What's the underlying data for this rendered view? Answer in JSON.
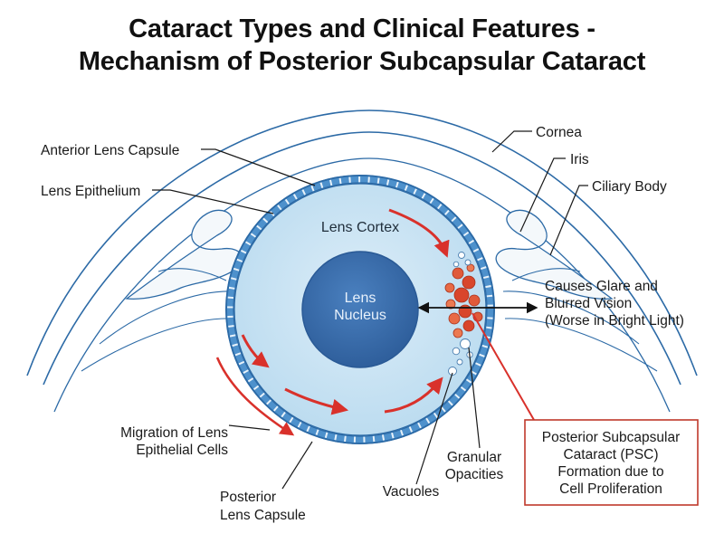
{
  "title": {
    "line1": "Cataract Types and Clinical Features -",
    "line2": "Mechanism of Posterior Subcapsular Cataract"
  },
  "labels": {
    "cornea": "Cornea",
    "iris": "Iris",
    "ciliary_body": "Ciliary Body",
    "anterior_lens_capsule": "Anterior Lens Capsule",
    "lens_epithelium": "Lens Epithelium",
    "lens_cortex": "Lens Cortex",
    "lens_nucleus": [
      "Lens",
      "Nucleus"
    ],
    "glare": [
      "Causes Glare and",
      "Blurred Vision",
      "(Worse in Bright Light)"
    ],
    "migration": [
      "Migration of Lens",
      "Epithelial Cells"
    ],
    "posterior_capsule": [
      "Posterior",
      "Lens Capsule"
    ],
    "vacuoles": "Vacuoles",
    "granular": [
      "Granular",
      "Opacities"
    ],
    "psc_box": [
      "Posterior Subcapsular",
      "Cataract (PSC)",
      "Formation due to",
      "Cell Proliferation"
    ]
  },
  "colors": {
    "outline": "#2c6aa6",
    "lens_fill": "#cfe6f4",
    "epithelium": "#3d86c6",
    "nucleus": "#3b6fae",
    "arrow": "#d9312b",
    "opacity": "#e05a3a"
  }
}
